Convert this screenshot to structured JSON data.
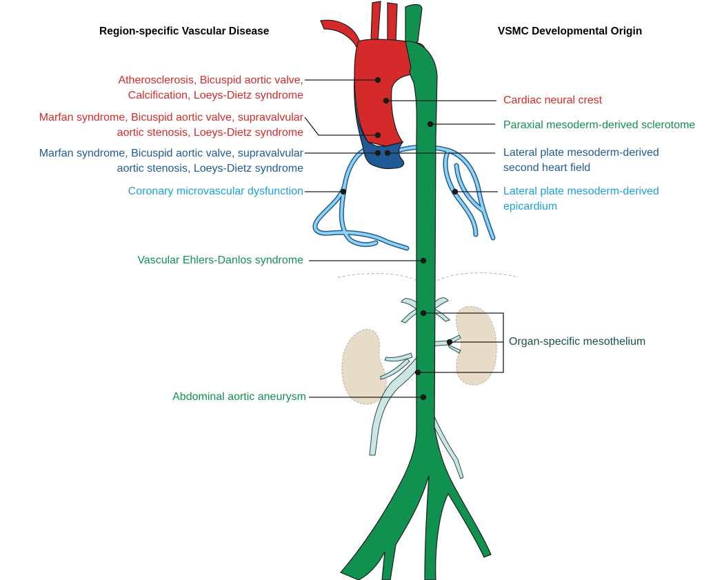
{
  "headers": {
    "left": "Region-specific Vascular Disease",
    "right": "VSMC Developmental Origin"
  },
  "colors": {
    "neural_crest_red": "#d42a2a",
    "second_heart_field_blue": "#1f5a96",
    "epicardium_light_blue": "#1aa0dc",
    "sclerotome_green": "#119150",
    "mesothelium_teal": "#1b4e4e",
    "mesothelium_fill": "#cde6e4",
    "organ_fill": "#e8dcc8"
  },
  "diseases": [
    {
      "line1": "Atherosclerosis, Bicuspid aortic valve,",
      "line2": "Calcification, Loeys-Dietz syndrome",
      "color_key": "neural_crest_red"
    },
    {
      "line1": "Marfan syndrome, Bicuspid aortic valve, supravalvular",
      "line2": "aortic stenosis, Loeys-Dietz syndrome",
      "color_key": "neural_crest_red"
    },
    {
      "line1": "Marfan syndrome, Bicuspid aortic valve, supravalvular",
      "line2": "aortic stenosis, Loeys-Dietz syndrome",
      "color_key": "second_heart_field_blue"
    },
    {
      "line1": "Coronary microvascular dysfunction",
      "line2": "",
      "color_key": "epicardium_light_blue"
    },
    {
      "line1": "Vascular Ehlers-Danlos syndrome",
      "line2": "",
      "color_key": "sclerotome_green"
    },
    {
      "line1": "Abdominal aortic aneurysm",
      "line2": "",
      "color_key": "sclerotome_green"
    }
  ],
  "origins": [
    {
      "line1": "Cardiac neural crest",
      "line2": "",
      "color_key": "neural_crest_red"
    },
    {
      "line1": "Paraxial mesoderm-derived sclerotome",
      "line2": "",
      "color_key": "sclerotome_green"
    },
    {
      "line1": "Lateral plate mesoderm-derived",
      "line2": "second heart field",
      "color_key": "second_heart_field_blue"
    },
    {
      "line1": "Lateral plate mesoderm-derived",
      "line2": "epicardium",
      "color_key": "epicardium_light_blue"
    },
    {
      "line1": "Organ-specific mesothelium",
      "line2": "",
      "color_key": "mesothelium_teal"
    }
  ]
}
